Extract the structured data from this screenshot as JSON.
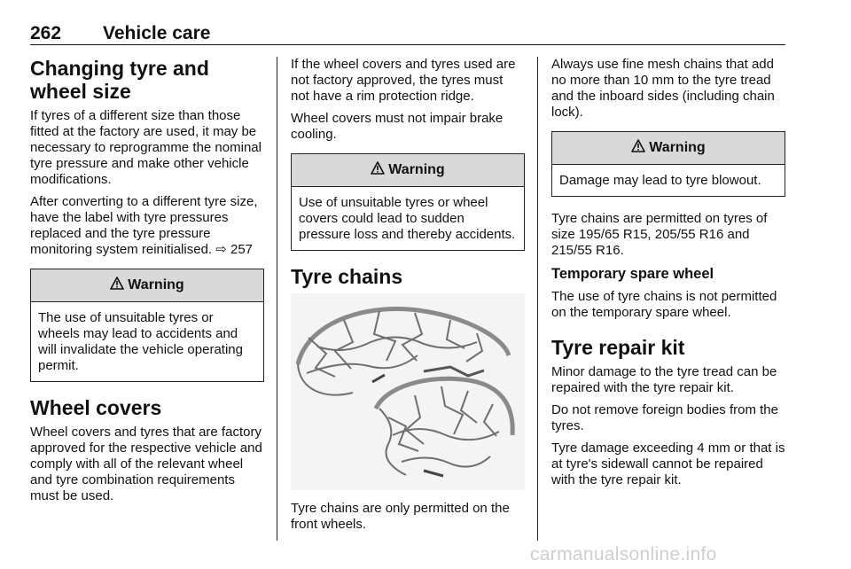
{
  "header": {
    "page_number": "262",
    "section": "Vehicle care"
  },
  "col1": {
    "title1": "Changing tyre and wheel size",
    "p1": "If tyres of a different size than those fitted at the factory are used, it may be necessary to reprogramme the nominal tyre pressure and make other vehicle modifications.",
    "p2": "After converting to a different tyre size, have the label with tyre pressures replaced and the tyre pressure monitoring system reinitialised.",
    "p2_ref": "257",
    "warning": {
      "title": "Warning",
      "text": "The use of unsuitable tyres or wheels may lead to accidents and will invalidate the vehicle operating permit."
    },
    "title2": "Wheel covers",
    "p3": "Wheel covers and tyres that are factory approved for the respective vehicle and comply with all of the relevant wheel and tyre combination requirements must be used."
  },
  "col2": {
    "p1": "If the wheel covers and tyres used are not factory approved, the tyres must not have a rim protection ridge.",
    "p2": "Wheel covers must not impair brake cooling.",
    "warning": {
      "title": "Warning",
      "text": "Use of unsuitable tyres or wheel covers could lead to sudden pressure loss and thereby accidents."
    },
    "title": "Tyre chains",
    "p3": "Tyre chains are only permitted on the front wheels."
  },
  "col3": {
    "p1": "Always use fine mesh chains that add no more than 10 mm to the tyre tread and the inboard sides (including chain lock).",
    "warning": {
      "title": "Warning",
      "text": "Damage may lead to tyre blowout."
    },
    "p2": "Tyre chains are permitted on tyres of size 195/65 R15, 205/55 R16 and 215/55 R16.",
    "subtitle": "Temporary spare wheel",
    "p3": "The use of tyre chains is not permitted on the temporary spare wheel.",
    "title": "Tyre repair kit",
    "p4": "Minor damage to the tyre tread can be repaired with the tyre repair kit.",
    "p5": "Do not remove foreign bodies from the tyres.",
    "p6": "Tyre damage exceeding 4 mm or that is at tyre's sidewall cannot be repaired with the tyre repair kit."
  },
  "watermark": "carmanualsonline.info"
}
